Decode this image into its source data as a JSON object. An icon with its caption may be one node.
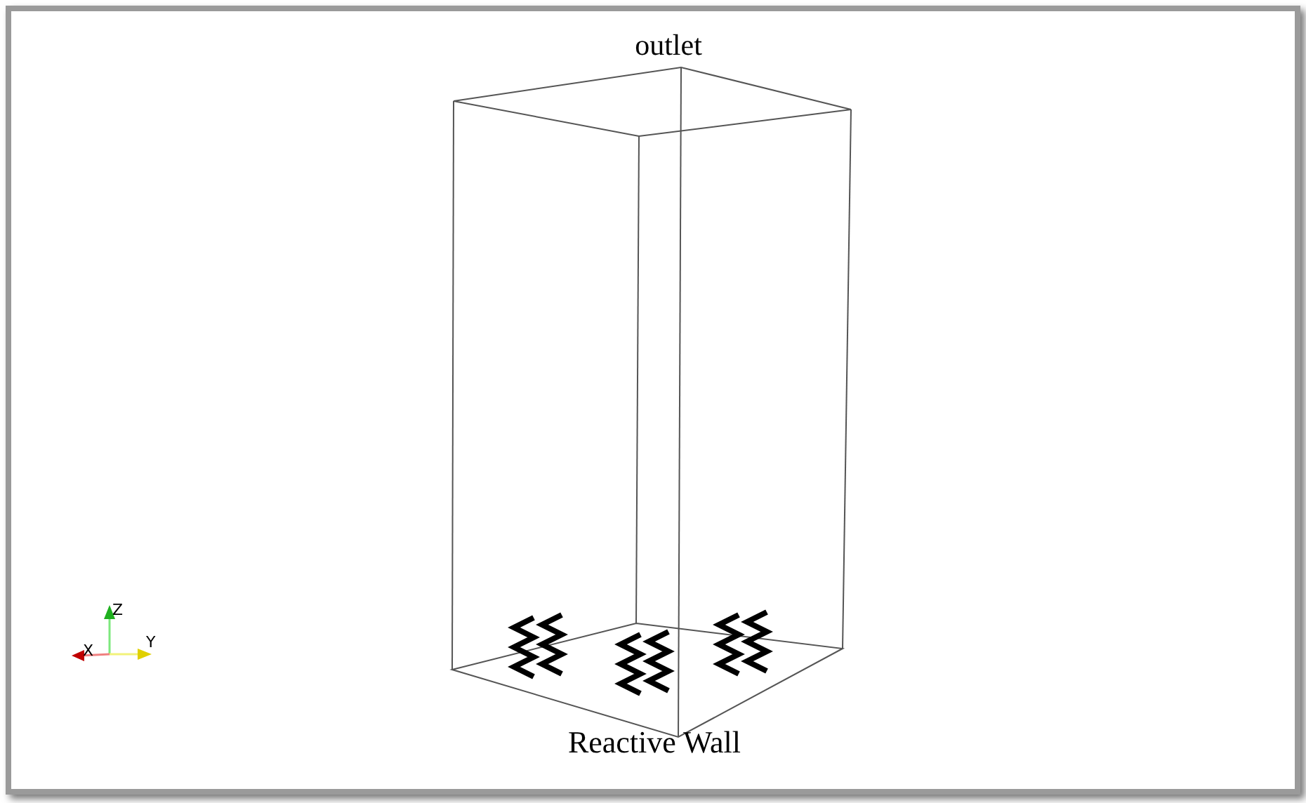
{
  "diagram": {
    "labels": [
      "outlet",
      "Reactive Wall",
      "Z",
      "X",
      "Y"
    ]
  }
}
